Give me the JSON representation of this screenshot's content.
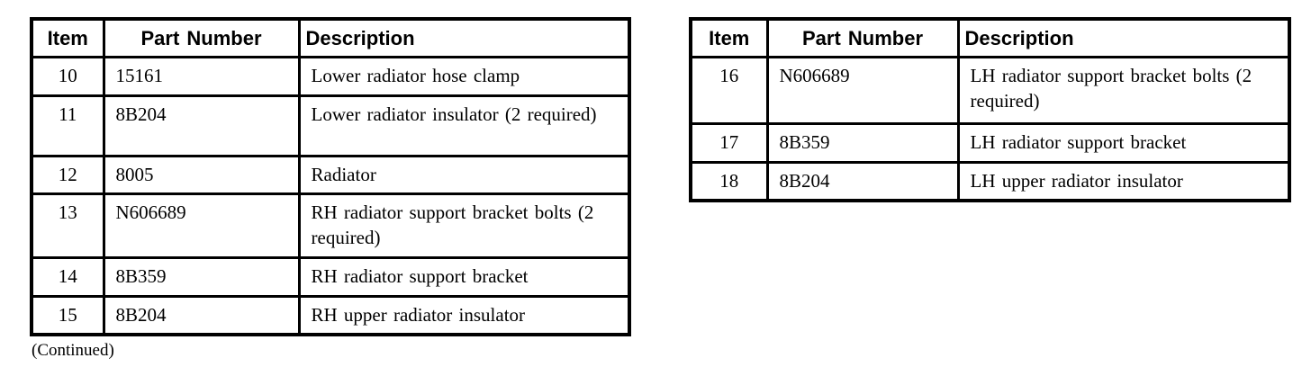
{
  "colors": {
    "border": "#000000",
    "text": "#000000",
    "background": "#ffffff"
  },
  "left_table": {
    "headers": {
      "item": "Item",
      "part_number": "Part Number",
      "description": "Description"
    },
    "rows": [
      {
        "item": "10",
        "part_number": "15161",
        "description": "Lower radiator hose clamp"
      },
      {
        "item": "11",
        "part_number": "8B204",
        "description": "Lower radiator insulator (2 required)"
      },
      {
        "item": "12",
        "part_number": "8005",
        "description": "Radiator"
      },
      {
        "item": "13",
        "part_number": "N606689",
        "description": "RH radiator support bracket bolts (2 required)"
      },
      {
        "item": "14",
        "part_number": "8B359",
        "description": "RH radiator support bracket"
      },
      {
        "item": "15",
        "part_number": "8B204",
        "description": "RH upper radiator insulator"
      }
    ],
    "footnote": "(Continued)"
  },
  "right_table": {
    "headers": {
      "item": "Item",
      "part_number": "Part Number",
      "description": "Description"
    },
    "rows": [
      {
        "item": "16",
        "part_number": "N606689",
        "description": "LH radiator support bracket bolts (2 required)"
      },
      {
        "item": "17",
        "part_number": "8B359",
        "description": "LH radiator support bracket"
      },
      {
        "item": "18",
        "part_number": "8B204",
        "description": "LH upper radiator insulator"
      }
    ]
  }
}
